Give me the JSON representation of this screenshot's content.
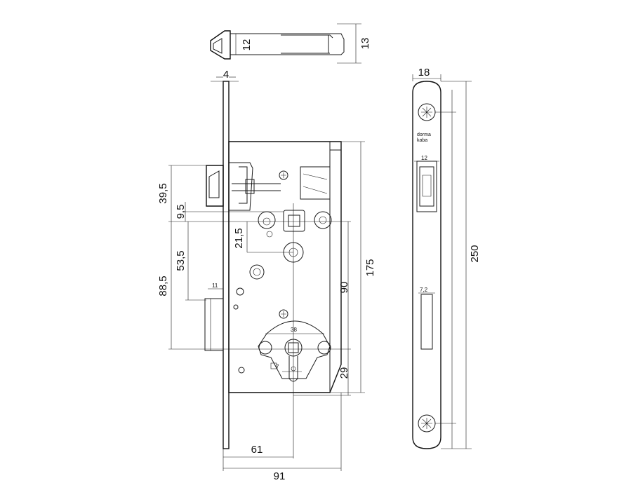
{
  "dimensions": {
    "d12": "12",
    "d13": "13",
    "d4": "4",
    "d18": "18",
    "d39_5": "39,5",
    "d9_5": "9,5",
    "d21_5": "21,5",
    "d53_5": "53,5",
    "d88_5": "88,5",
    "d175": "175",
    "d90": "90",
    "d29": "29",
    "d61": "61",
    "d91": "91",
    "d250": "250",
    "d11": "11",
    "d38": "38",
    "d7": "7",
    "face12": "12",
    "face7_2": "7,2"
  },
  "brand": {
    "line1": "dorma",
    "line2": "kaba"
  }
}
